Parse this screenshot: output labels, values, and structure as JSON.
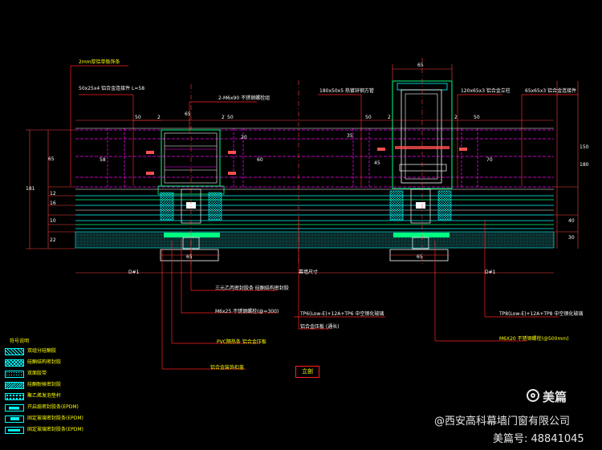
{
  "labels": {
    "top_left_note": "2mm厚铝单板饰条",
    "left_sub": "50x25x4 铝合金连接件  L=58",
    "center_bolt": "2-M6x90 不锈钢螺栓组",
    "right_tube": "180x50x5 热镀锌钢方管",
    "right_plate": "120x65x3 铝合金立柱",
    "far_right": "65x65x3 铝合金连接件",
    "mid_note": "幕墙尺寸",
    "left_dim_label": "D#1",
    "right_dim_label": "D#1",
    "glass_left_note": "三元乙丙密封胶条  硅酮结构密封胶",
    "bolt_note": "M6x25 不锈钢螺栓(@=300)",
    "pvc_note": "PVC隔热条 铝合金压板",
    "cover_note": "铝合金装饰扣盖",
    "glass_center": "TP6(Low-E)+12A+TP6 中空钢化玻璃",
    "center_sub": "铝合金压板 (通长)",
    "glass_right": "TP8(Low-E)+12A+TP8 中空钢化玻璃",
    "screw_note": "M6X20 不锈钢螺栓(@500mm)",
    "title": "立剖"
  },
  "dims": {
    "top_left_65": "65",
    "top_right_65": "65",
    "left_50a": "50",
    "left_50b": "50",
    "left_2a": "2",
    "left_2b": "2",
    "right_50a": "50",
    "right_50b": "50",
    "right_2a": "2",
    "right_2b": "2",
    "left_height_a": "65",
    "left_height_b": "181",
    "right_height_a": "150",
    "right_height_b": "180",
    "bottom_left_65": "65",
    "bottom_right_65": "65",
    "small_12": "12",
    "small_22": "22",
    "small_16": "16",
    "small_10": "10",
    "small_30": "30",
    "small_58": "58",
    "small_35": "35",
    "small_20": "20",
    "small_40": "40",
    "small_60": "60",
    "small_70": "70",
    "small_45": "45"
  },
  "legend": {
    "heading": "符号说明",
    "items": [
      {
        "label": "双组分硅酮胶",
        "color": "#00ffff",
        "pattern": "hatch"
      },
      {
        "label": "硅酮结构密封胶",
        "color": "#00ffff",
        "pattern": "cross"
      },
      {
        "label": "双面胶带",
        "color": "#00ffff",
        "pattern": "dots"
      },
      {
        "label": "硅酮耐候密封胶",
        "color": "#00ffff",
        "pattern": "hatch2"
      },
      {
        "label": "聚乙烯发泡垫杆",
        "color": "#00ffff",
        "pattern": "circle"
      },
      {
        "label": "开启扇密封胶条(EPDM)",
        "color": "#00ffff",
        "pattern": "shape1"
      },
      {
        "label": "固定玻璃密封胶条(EPDM)",
        "color": "#00ffff",
        "pattern": "shape2"
      },
      {
        "label": "固定玻璃密封胶条(EPDM)",
        "color": "#00ffff",
        "pattern": "shape3"
      }
    ]
  },
  "watermark": {
    "brand": "美篇",
    "company": "@西安高科幕墙门窗有限公司",
    "id_line": "美篇号: 48841045"
  },
  "colors": {
    "background": "#000000",
    "text": "#ffff00",
    "leader": "#ff2020",
    "dim_line": "#ff4040",
    "magenta": "#ff00ff",
    "aluminum": "#00ff80",
    "glass": "#00ffff",
    "white": "#ffffff"
  }
}
